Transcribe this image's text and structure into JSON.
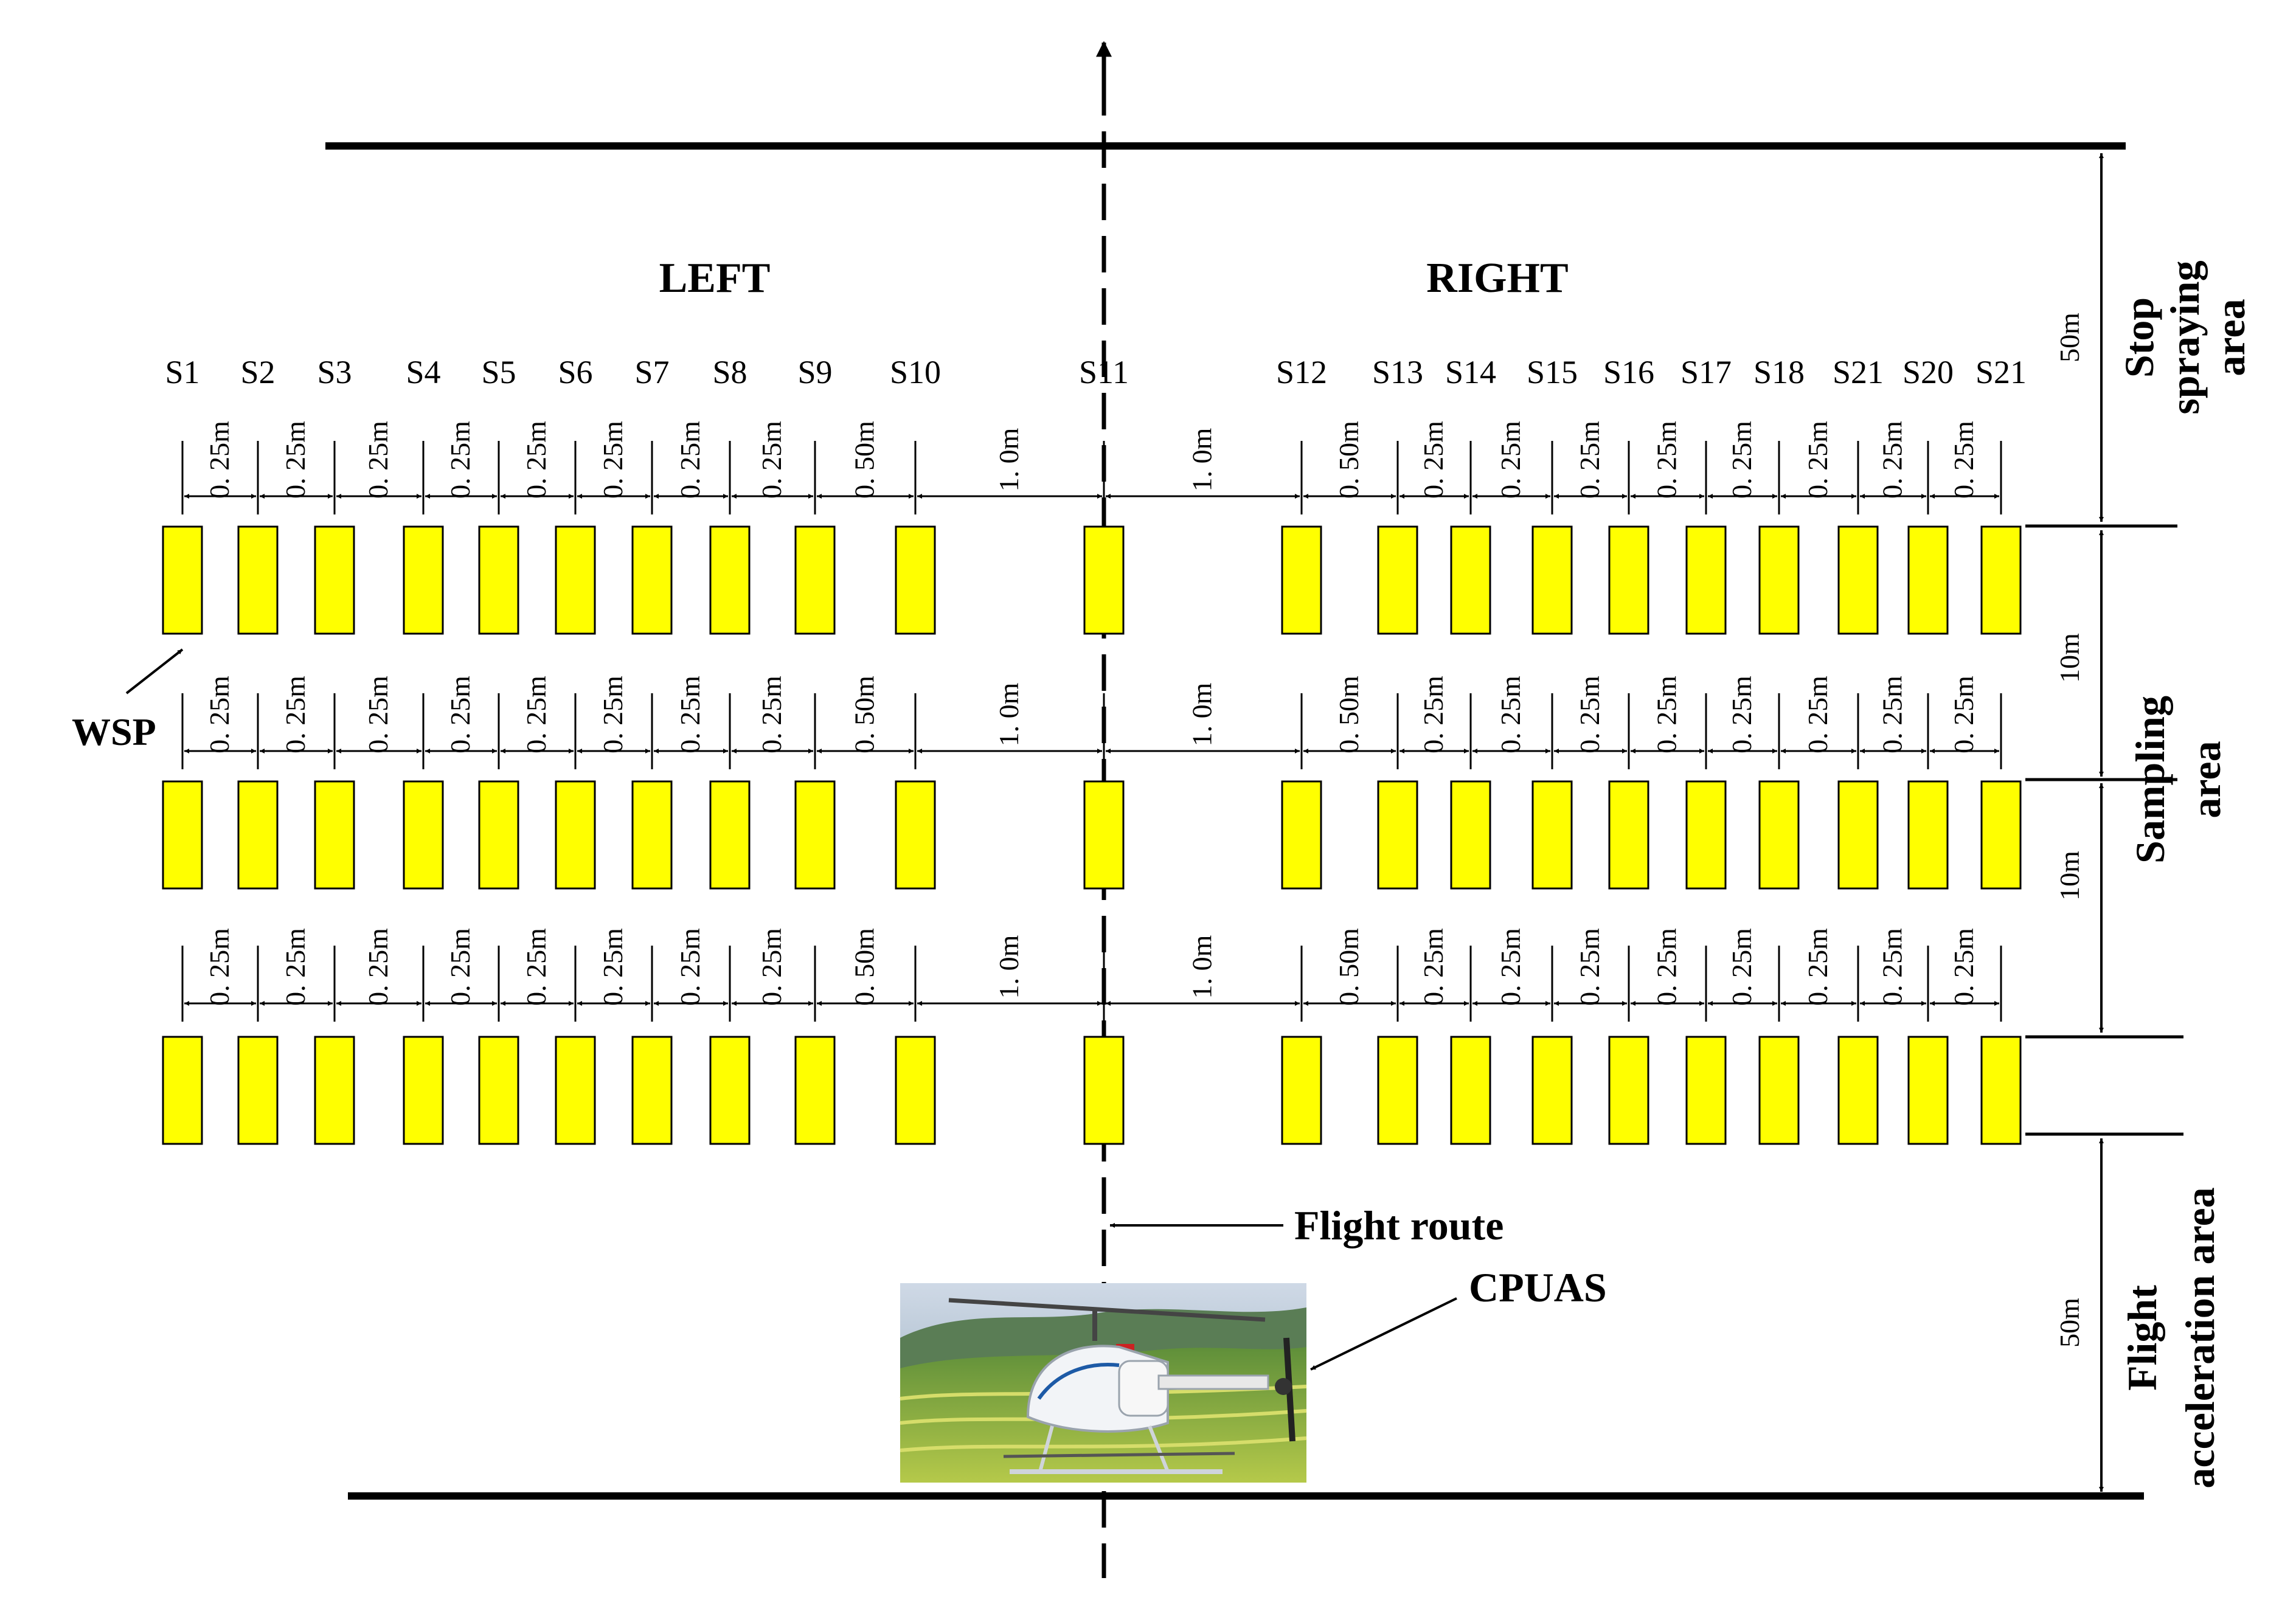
{
  "side_labels": {
    "left": "LEFT",
    "right": "RIGHT"
  },
  "samplers": [
    "S1",
    "S2",
    "S3",
    "S4",
    "S5",
    "S6",
    "S7",
    "S8",
    "S9",
    "S10",
    "S11",
    "S12",
    "S13",
    "S14",
    "S15",
    "S16",
    "S17",
    "S18",
    "S21",
    "S20",
    "S21"
  ],
  "spacings": [
    "0. 25m",
    "0. 25m",
    "0. 25m",
    "0. 25m",
    "0. 25m",
    "0. 25m",
    "0. 25m",
    "0. 25m",
    "0. 50m",
    "1. 0m",
    "1. 0m",
    "0. 50m",
    "0. 25m",
    "0. 25m",
    "0. 25m",
    "0. 25m",
    "0. 25m",
    "0. 25m",
    "0. 25m",
    "0. 25m"
  ],
  "wsp_label": "WSP",
  "flight_route_label": "Flight route",
  "cpuas_label": "CPUAS",
  "distances": {
    "stop": "50m",
    "sampling_upper": "10m",
    "sampling_lower": "10m",
    "acceleration": "50m"
  },
  "areas": {
    "stop": [
      "Stop",
      "spraying",
      "area"
    ],
    "sampling": [
      "Sampling",
      "area"
    ],
    "acceleration": [
      "Flight",
      "acceleration area"
    ]
  },
  "colors": {
    "card": "#ffff00",
    "stroke": "#000000"
  }
}
